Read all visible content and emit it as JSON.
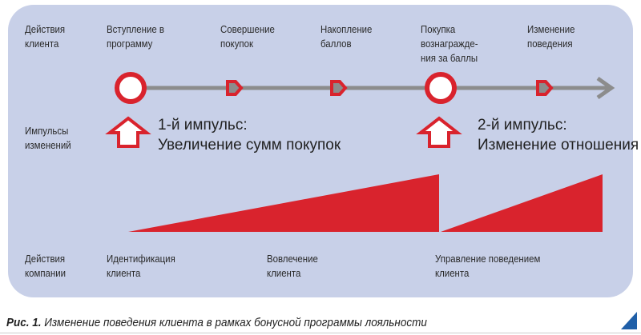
{
  "rows": {
    "client_actions": "Действия клиента",
    "impulses": "Импульсы изменений",
    "company_actions": "Действия компании"
  },
  "steps": [
    "Вступление в программу",
    "Совершение покупок",
    "Накопление баллов",
    "Покупка вознагражде-ния за баллы",
    "Изменение поведения"
  ],
  "impulse1": {
    "title": "1-й импульс:",
    "text": "Увеличение сумм покупок"
  },
  "impulse2": {
    "title": "2-й импульс:",
    "text": "Изменение отношения"
  },
  "company": [
    "Идентификация клиента",
    "Вовлечение клиента",
    "Управление поведением клиента"
  ],
  "caption": {
    "label": "Рис. 1.",
    "text": "Изменение поведения клиента в рамках бонусной программы лояльности"
  },
  "colors": {
    "panel": "#c8d0e8",
    "red": "#d9232d",
    "gray": "#8c8c8c",
    "blue": "#1f5fa8"
  }
}
